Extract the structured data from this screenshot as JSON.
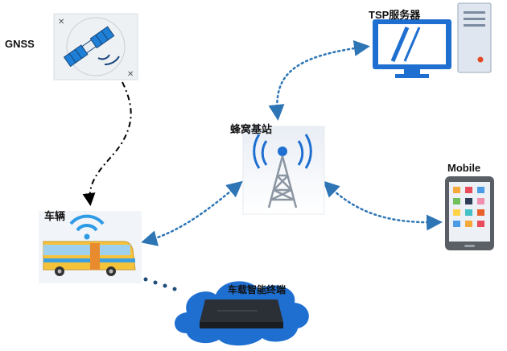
{
  "nodes": {
    "gnss": {
      "label": "GNSS",
      "icon": "satellite-icon"
    },
    "tsp": {
      "label": "TSP服务器",
      "icon": "server-computer-icon"
    },
    "base_station": {
      "label": "蜂窝基站",
      "icon": "cell-tower-icon"
    },
    "mobile": {
      "label": "Mobile",
      "icon": "smartphone-icon"
    },
    "vehicle": {
      "label": "车辆",
      "icon": "bus-icon"
    },
    "terminal": {
      "label": "车载智能终端",
      "icon": "telematics-box-icon"
    }
  },
  "connections": [
    {
      "from": "gnss",
      "to": "vehicle",
      "style": "dash-dot",
      "arrow": "end"
    },
    {
      "from": "base_station",
      "to": "tsp",
      "style": "dotted",
      "arrow": "both"
    },
    {
      "from": "base_station",
      "to": "vehicle",
      "style": "dotted",
      "arrow": "both"
    },
    {
      "from": "base_station",
      "to": "mobile",
      "style": "dotted",
      "arrow": "both"
    },
    {
      "from": "vehicle",
      "to": "terminal",
      "style": "dots",
      "arrow": "none"
    }
  ],
  "colors": {
    "link": "#2e75b6",
    "gnss_link": "#000000",
    "cloud": "#1f6fd1"
  }
}
